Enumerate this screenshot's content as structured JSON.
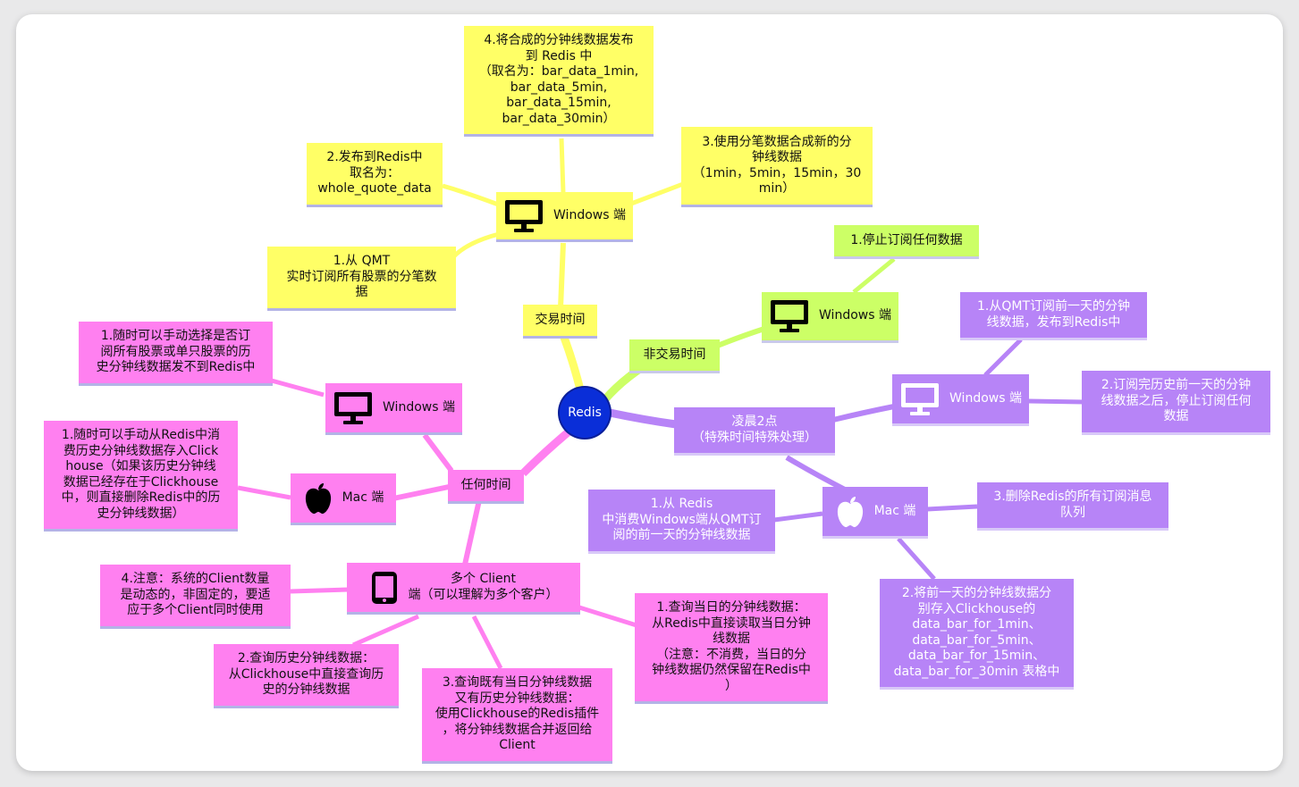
{
  "root": "Redis",
  "branches": {
    "trading": {
      "label": "交易时间",
      "windows": {
        "label": "Windows 端",
        "icon": "monitor-icon"
      },
      "steps": {
        "s1": "1.从 QMT\n实时订阅所有股票的分笔数\n据",
        "s2": "2.发布到Redis中\n取名为：\nwhole_quote_data",
        "s3": "3.使用分笔数据合成新的分\n钟线数据\n（1min，5min，15min，30\nmin）",
        "s4": "4.将合成的分钟线数据发布\n到 Redis 中\n（取名为：bar_data_1min,\nbar_data_5min,\nbar_data_15min,\nbar_data_30min）"
      }
    },
    "non_trading": {
      "label": "非交易时间",
      "windows": {
        "label": "Windows 端",
        "icon": "monitor-icon"
      },
      "steps": {
        "s1": "1.停止订阅任何数据"
      }
    },
    "early_morning": {
      "label": "凌晨2点\n（特殊时间特殊处理）",
      "windows": {
        "label": "Windows 端",
        "icon": "monitor-icon",
        "s1": "1.从QMT订阅前一天的分钟\n线数据，发布到Redis中",
        "s2": "2.订阅完历史前一天的分钟\n线数据之后，停止订阅任何\n数据"
      },
      "mac": {
        "label": "Mac 端",
        "icon": "apple-icon",
        "s1": "1.从 Redis\n中消费Windows端从QMT订\n阅的前一天的分钟线数据",
        "s2": "2.将前一天的分钟线数据分\n别存入Clickhouse的\ndata_bar_for_1min、\ndata_bar_for_5min、\ndata_bar_for_15min、\ndata_bar_for_30min 表格中",
        "s3": "3.删除Redis的所有订阅消息\n队列"
      }
    },
    "anytime": {
      "label": "任何时间",
      "windows": {
        "label": "Windows 端",
        "icon": "monitor-icon",
        "s1": "1.随时可以手动选择是否订\n阅所有股票或单只股票的历\n史分钟线数据发不到Redis中"
      },
      "mac": {
        "label": "Mac 端",
        "icon": "apple-icon",
        "s1": "1.随时可以手动从Redis中消\n费历史分钟线数据存入Click\nhouse（如果该历史分钟线\n数据已经存在于Clickhouse\n中，则直接删除Redis中的历\n史分钟线数据）"
      },
      "client": {
        "label": "多个 Client\n端（可以理解为多个客户）",
        "icon": "tablet-icon",
        "s1": "1.查询当日的分钟线数据：\n从Redis中直接读取当日分钟\n线数据\n（注意：不消费，当日的分\n钟线数据仍然保留在Redis中\n）",
        "s2": "2.查询历史分钟线数据：\n从Clickhouse中直接查询历\n史的分钟线数据",
        "s3": "3.查询既有当日分钟线数据\n又有历史分钟线数据：\n使用Clickhouse的Redis插件\n，将分钟线数据合并返回给\nClient",
        "s4": "4.注意：系统的Client数量\n是动态的，非固定的，要适\n应于多个Client同时使用"
      }
    }
  },
  "colors": {
    "yellow": "#ffff66",
    "green": "#ccff66",
    "purple": "#b784f7",
    "pink": "#ff80f0",
    "root": "#0a2ed8"
  }
}
